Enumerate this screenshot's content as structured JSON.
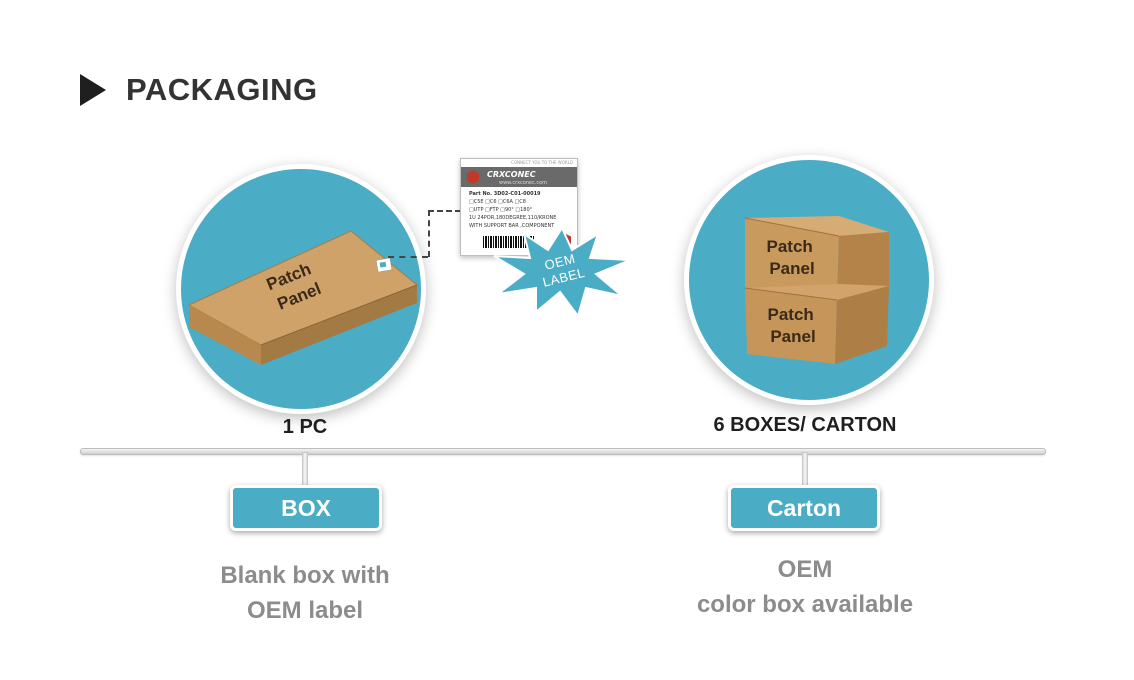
{
  "header": {
    "title": "PACKAGING"
  },
  "colors": {
    "accent": "#4bacc6",
    "box_brown": "#c99a5e",
    "burst": "#4bacc6"
  },
  "left": {
    "box_text": "Patch\nPanel",
    "caption": "1 PC",
    "pill_label": "BOX",
    "description_line1": "Blank box with",
    "description_line2": "OEM label"
  },
  "right": {
    "box_top_text": "Patch\nPanel",
    "box_bottom_text": "Patch\nPanel",
    "caption": "6 BOXES/ CARTON",
    "pill_label": "Carton",
    "description_line1": "OEM",
    "description_line2": "color box available"
  },
  "label_card": {
    "tagline": "CONNECT YOU TO THE WORLD",
    "brand": "CRXCONEC",
    "website": "www.crxconec.com",
    "part_no": "Part No. 3D02-C01-00019",
    "row1": "□C5E  □C6   □C6A  □C8",
    "row2": "□UTP  □FTP  □90°  □180°",
    "row3": "1U 24POR,180DEGREE,110/KRONE",
    "row4": "WITH SUPPORT BAR ,COMPONENT"
  },
  "burst": {
    "line1": "OEM",
    "line2": "LABEL"
  },
  "icons": [
    "play-triangle-icon"
  ]
}
